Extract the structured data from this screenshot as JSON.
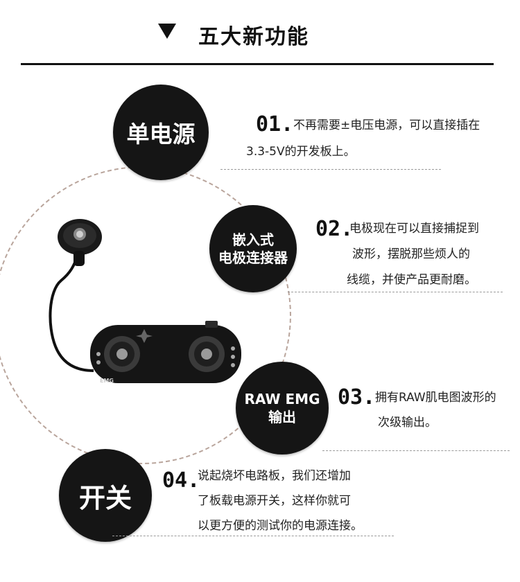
{
  "header": {
    "title": "五大新功能",
    "arrow_icon": "triangle-down"
  },
  "features": [
    {
      "badge": "单电源",
      "number": "01.",
      "lines": [
        "不再需要±电压电源，可以直接插在",
        "3.3-5V的开发板上。"
      ]
    },
    {
      "badge_lines": [
        "嵌入式",
        "电极连接器"
      ],
      "number": "02.",
      "lines": [
        "电极现在可以直接捕捉到",
        "波形，摆脱那些烦人的",
        "线缆，并使产品更耐磨。"
      ]
    },
    {
      "badge_lines": [
        "RAW EMG",
        "输出"
      ],
      "number": "03.",
      "lines": [
        "拥有RAW肌电图波形的",
        "次级输出。"
      ]
    },
    {
      "badge": "开关",
      "number": "04.",
      "lines": [
        "说起烧坏电路板，我们还增加",
        "了板载电源开关，这样你就可",
        "以更方便的测试你的电源连接。"
      ]
    }
  ],
  "product": {
    "board_label": "EMG"
  },
  "colors": {
    "badge": "#151515",
    "text": "#222222",
    "dashed_circle": "#b9a59c"
  }
}
